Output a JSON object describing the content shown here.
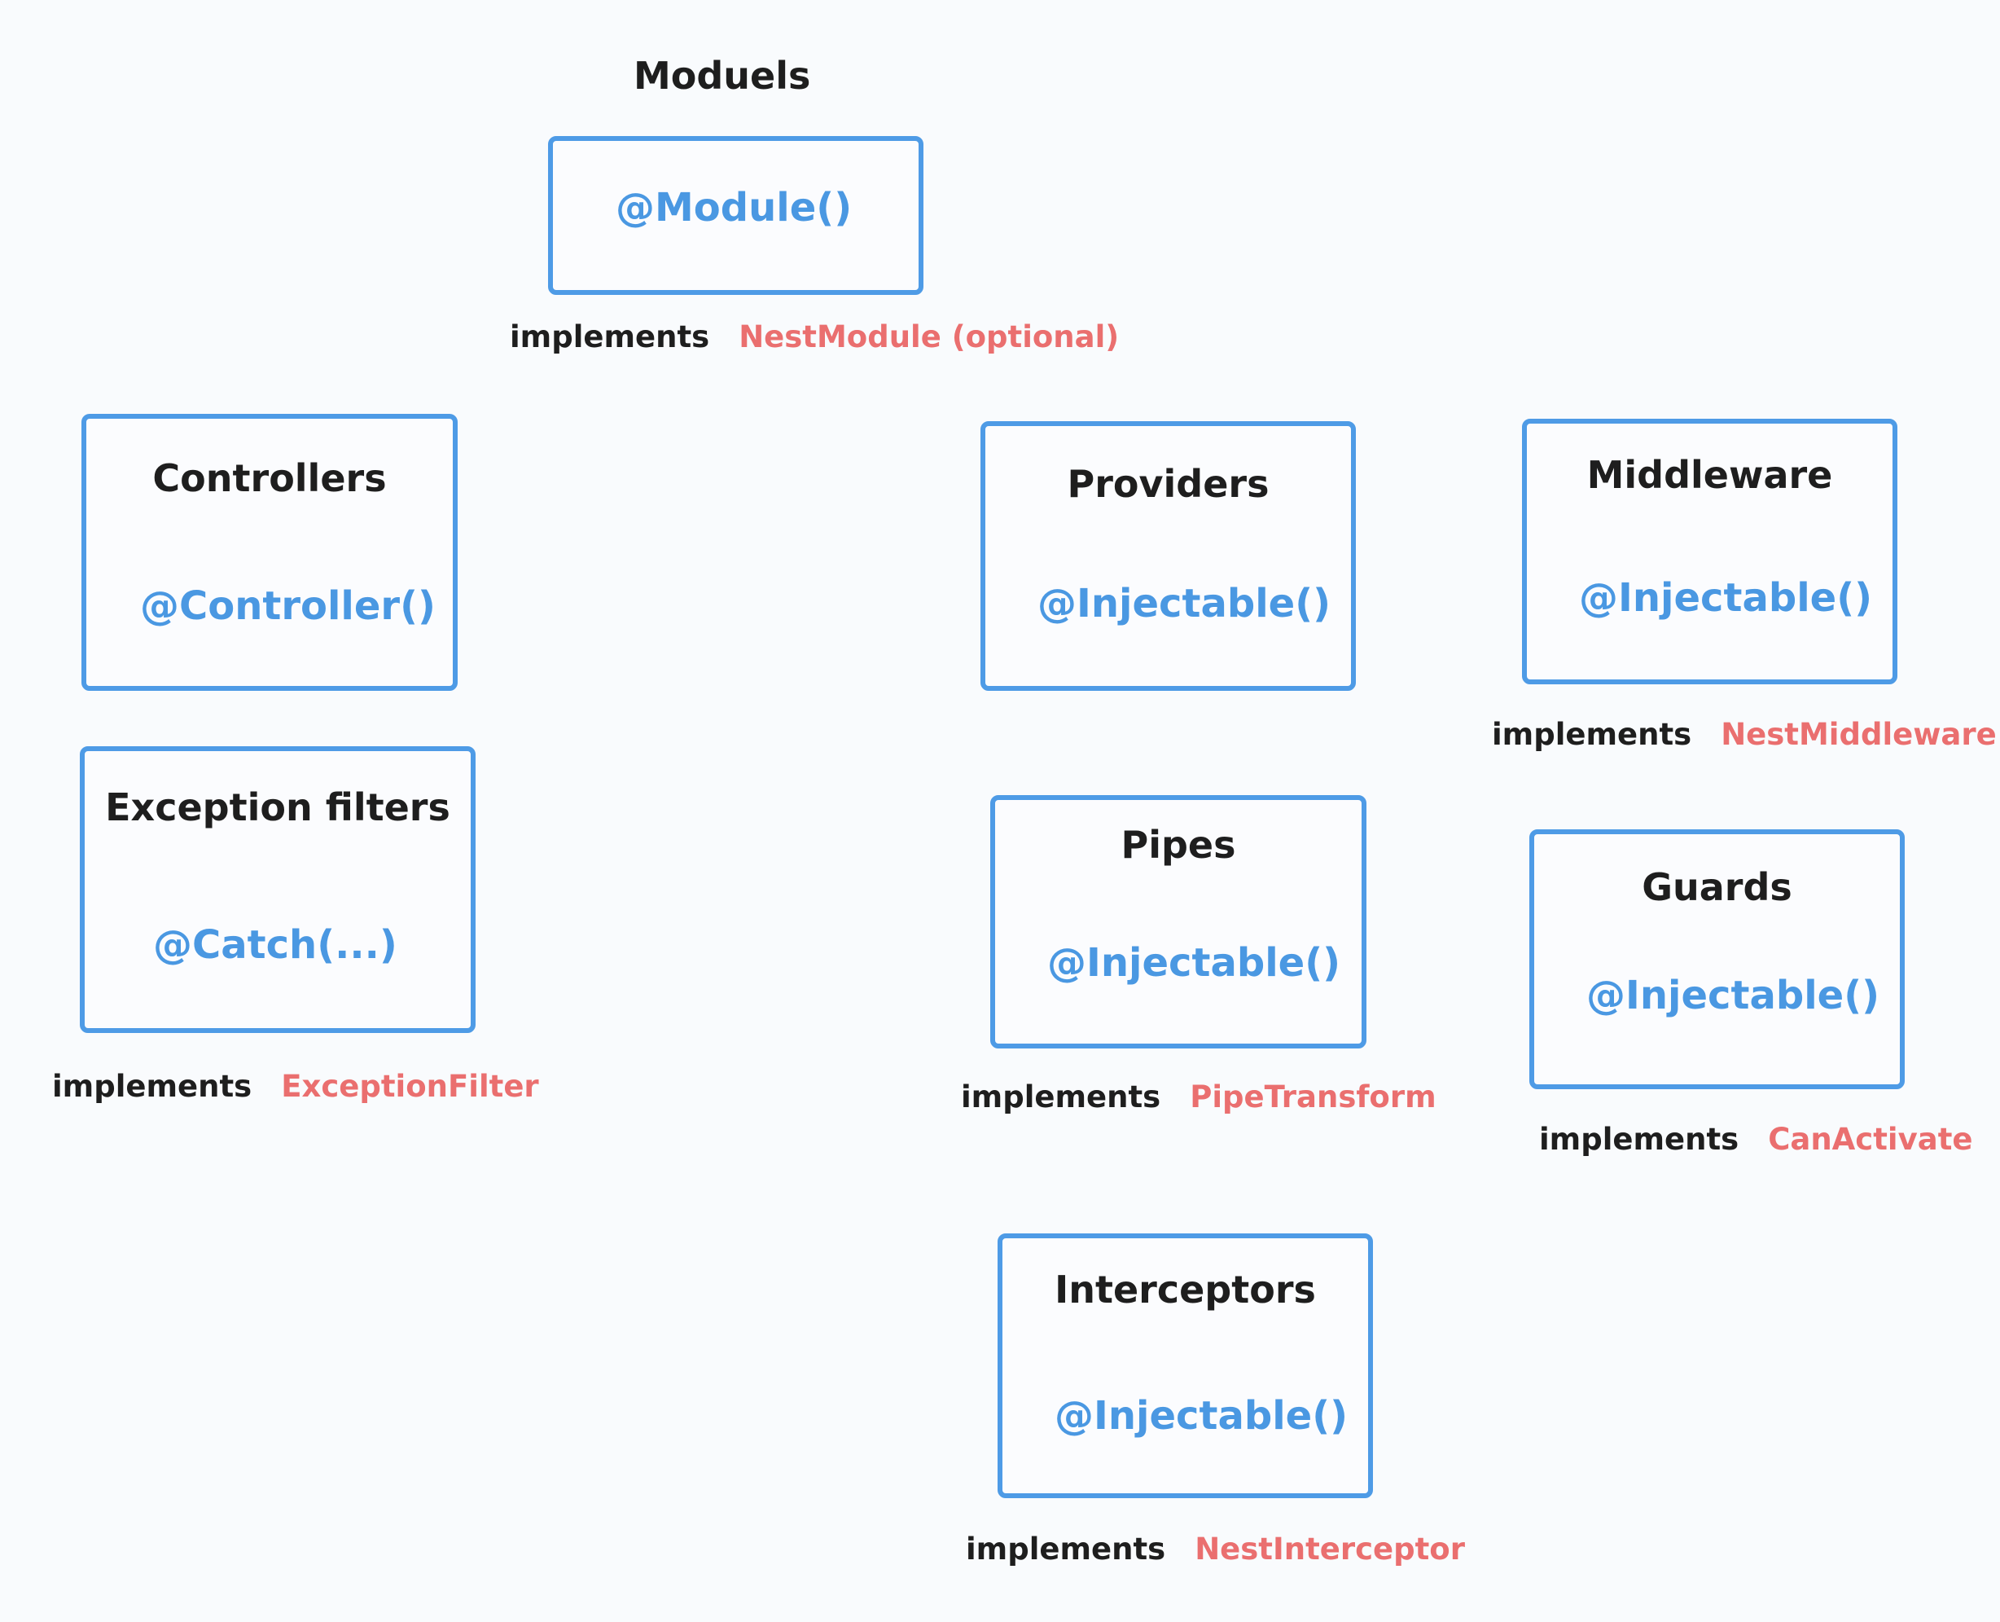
{
  "modules": {
    "heading": "Moduels",
    "decorator": "@Module()",
    "implements_keyword": "implements",
    "interface": "NestModule (optional)"
  },
  "controllers": {
    "title": "Controllers",
    "decorator": "@Controller()"
  },
  "providers": {
    "title": "Providers",
    "decorator": "@Injectable()"
  },
  "middleware": {
    "title": "Middleware",
    "decorator": "@Injectable()",
    "implements_keyword": "implements",
    "interface": "NestMiddleware"
  },
  "exception_filters": {
    "title": "Exception filters",
    "decorator": "@Catch(...)",
    "implements_keyword": "implements",
    "interface": "ExceptionFilter"
  },
  "pipes": {
    "title": "Pipes",
    "decorator": "@Injectable()",
    "implements_keyword": "implements",
    "interface": "PipeTransform"
  },
  "guards": {
    "title": "Guards",
    "decorator": "@Injectable()",
    "implements_keyword": "implements",
    "interface": "CanActivate"
  },
  "interceptors": {
    "title": "Interceptors",
    "decorator": "@Injectable()",
    "implements_keyword": "implements",
    "interface": "NestInterceptor"
  },
  "colors": {
    "box_border": "#4e9be6",
    "decorator_text": "#4a98e2",
    "interface_text": "#ea6f6f",
    "keyword_text": "#1e1e1e",
    "background": "#f9fbfd"
  }
}
